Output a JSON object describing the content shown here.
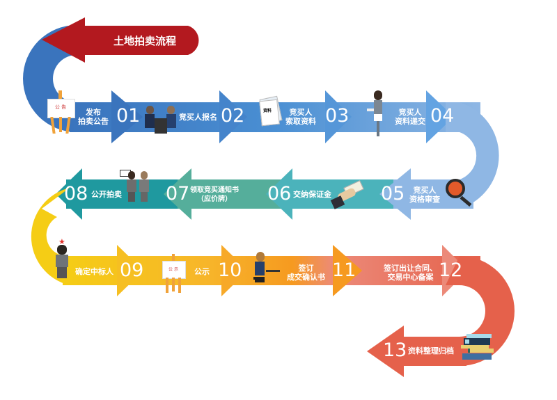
{
  "title": "土地拍卖流程",
  "colors": {
    "title_red": "#b3191f",
    "blue_dark": "#3a74bd",
    "blue_mid": "#4f93d6",
    "blue_light": "#8fb7e4",
    "teal": "#4bb3bb",
    "teal_green": "#55ae9b",
    "teal_dark": "#1f999f",
    "yellow": "#f5cd15",
    "orange": "#f69a20",
    "salmon": "#ea8477",
    "red_orange": "#e5614b"
  },
  "steps": [
    {
      "num": "01",
      "label_line1": "发布",
      "label_line2": "拍卖公告",
      "icon": "easel-notice-icon",
      "icon_text": "公 告"
    },
    {
      "num": "02",
      "label_line1": "竞买人报名",
      "label_line2": "",
      "icon": "people-meeting-icon"
    },
    {
      "num": "03",
      "label_line1": "竞买人",
      "label_line2": "索取资料",
      "icon": "documents-icon",
      "icon_text": "资料"
    },
    {
      "num": "04",
      "label_line1": "竞买人",
      "label_line2": "资料递交",
      "icon": "person-handing-document-icon"
    },
    {
      "num": "05",
      "label_line1": "竞买人",
      "label_line2": "资格审查",
      "icon": "magnifier-icon"
    },
    {
      "num": "06",
      "label_line1": "交纳保证金",
      "label_line2": "",
      "icon": "hand-money-icon"
    },
    {
      "num": "07",
      "label_line1": "领取竞买通知书",
      "label_line2": "（应价牌）",
      "icon": "bidders-paddle-icon"
    },
    {
      "num": "08",
      "label_line1": "公开拍卖",
      "label_line2": "",
      "icon": "bidders-paddle-icon"
    },
    {
      "num": "09",
      "label_line1": "确定中标人",
      "label_line2": "",
      "icon": "winner-person-icon"
    },
    {
      "num": "10",
      "label_line1": "公示",
      "label_line2": "",
      "icon": "easel-notice-icon",
      "icon_text": "公 示"
    },
    {
      "num": "11",
      "label_line1": "签订",
      "label_line2": "成交确认书",
      "icon": "person-at-desk-icon"
    },
    {
      "num": "12",
      "label_line1": "签订出让合同、",
      "label_line2": "交易中心备案",
      "icon": ""
    },
    {
      "num": "13",
      "label_line1": "资料整理归档",
      "label_line2": "",
      "icon": "archive-books-icon"
    }
  ]
}
